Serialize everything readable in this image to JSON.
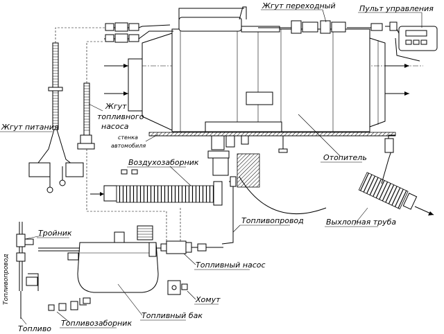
{
  "labels": {
    "harness_adapter": "Жгут переходный",
    "control_panel": "Пульт управления",
    "fuel_pump_harness_line1": "Жгут",
    "fuel_pump_harness_line2": "топливного",
    "fuel_pump_harness_line3": "насоса",
    "power_harness": "Жгут питания",
    "vehicle_wall_line1": "стенка",
    "vehicle_wall_line2": "автомобиля",
    "heater": "Отопитель",
    "air_intake": "Воздухозаборник",
    "exhaust_pipe": "Выхлопная труба",
    "fuel_line": "Топливопровод",
    "tee": "Тройник",
    "fuel_line_vertical": "Топливопровод",
    "fuel_pump": "Топливный насос",
    "clamp": "Хомут",
    "fuel_tank": "Топливный бак",
    "fuel_intake": "Топливозаборник",
    "fuel": "Топливо"
  }
}
